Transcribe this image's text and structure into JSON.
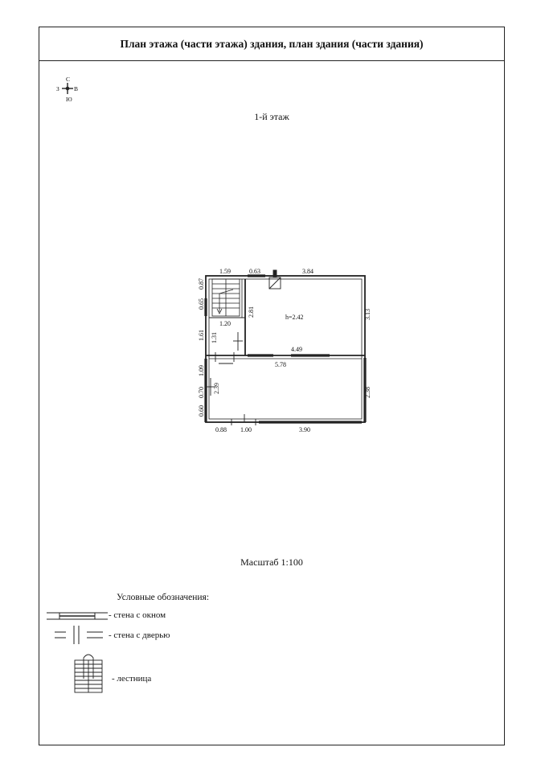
{
  "title": "План этажа (части этажа) здания, план здания (части здания)",
  "floor_label": "1-й этаж",
  "scale_label": "Масштаб 1:100",
  "compass": {
    "n": "С",
    "s": "Ю",
    "w": "З",
    "e": "В"
  },
  "height_label": "h=2.42",
  "dimensions": {
    "top_left": "1.59",
    "top_mid": "0.63",
    "top_right": "3.84",
    "left_87": "0.87",
    "left_65": "0.65",
    "left_161": "1.61",
    "left_109": "1.09",
    "left_070": "0.70",
    "left_060": "0.60",
    "stair_120": "1.20",
    "inner_281": "2.81",
    "inner_131": "1.31",
    "right_313": "3.13",
    "inner_449": "4.49",
    "mid_578": "5.78",
    "inner_239": "2.39",
    "right_238": "2.38",
    "bottom_088": "0.88",
    "bottom_100": "1.00",
    "bottom_390": "3.90"
  },
  "legend": {
    "title": "Условные обозначения:",
    "window_wall": "- стена с окном",
    "door_wall": "- стена с дверью",
    "stairs": "- лестница"
  },
  "colors": {
    "line": "#222222",
    "background": "#ffffff"
  }
}
